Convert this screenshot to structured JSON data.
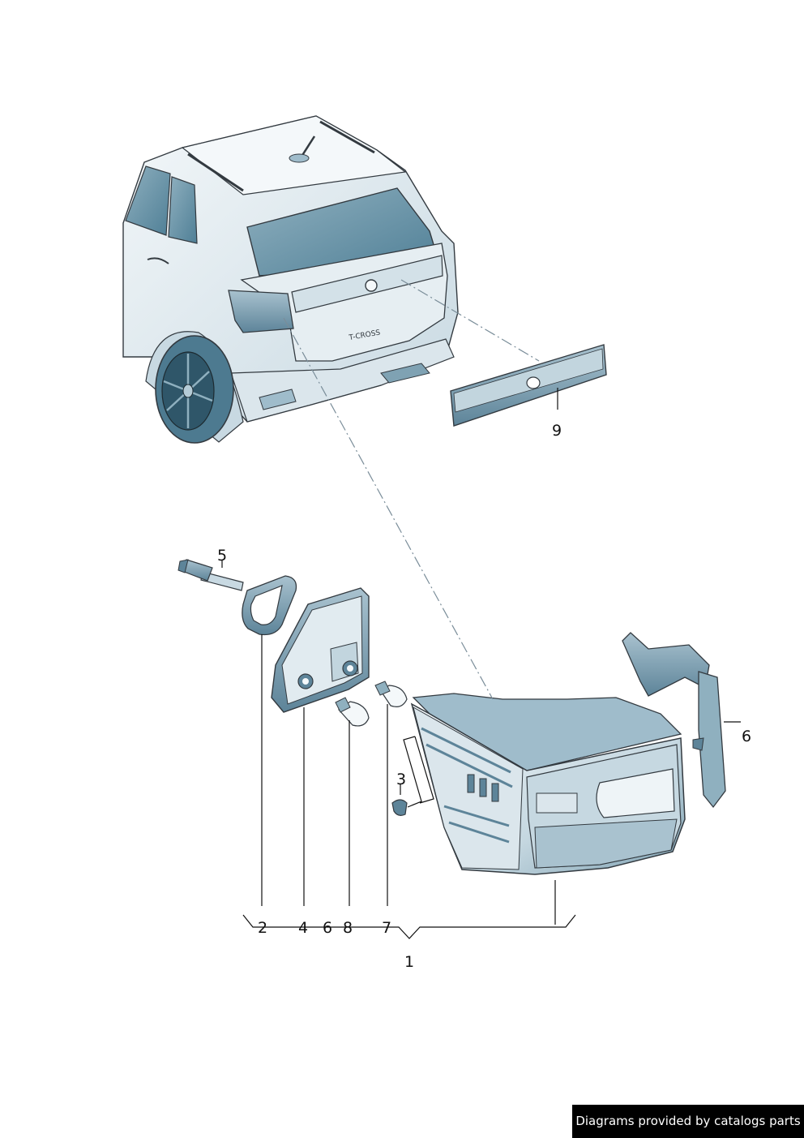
{
  "callouts": {
    "c1": "1",
    "c2": "2",
    "c3": "3",
    "c4": "4",
    "c5": "5",
    "c6_bottom": "6",
    "c6_side": "6",
    "c7": "7",
    "c8": "8",
    "c9": "9"
  },
  "vehicle": {
    "badge": "T-CROSS"
  },
  "credit": {
    "text": "Diagrams provided by catalogs parts"
  },
  "colors": {
    "line": "#333a40",
    "shade_light": "#eef4f7",
    "shade_mid": "#c4d6df",
    "shade_dark": "#6f94a6",
    "glass": "#5e8ba0",
    "credit_bg": "#000000"
  }
}
